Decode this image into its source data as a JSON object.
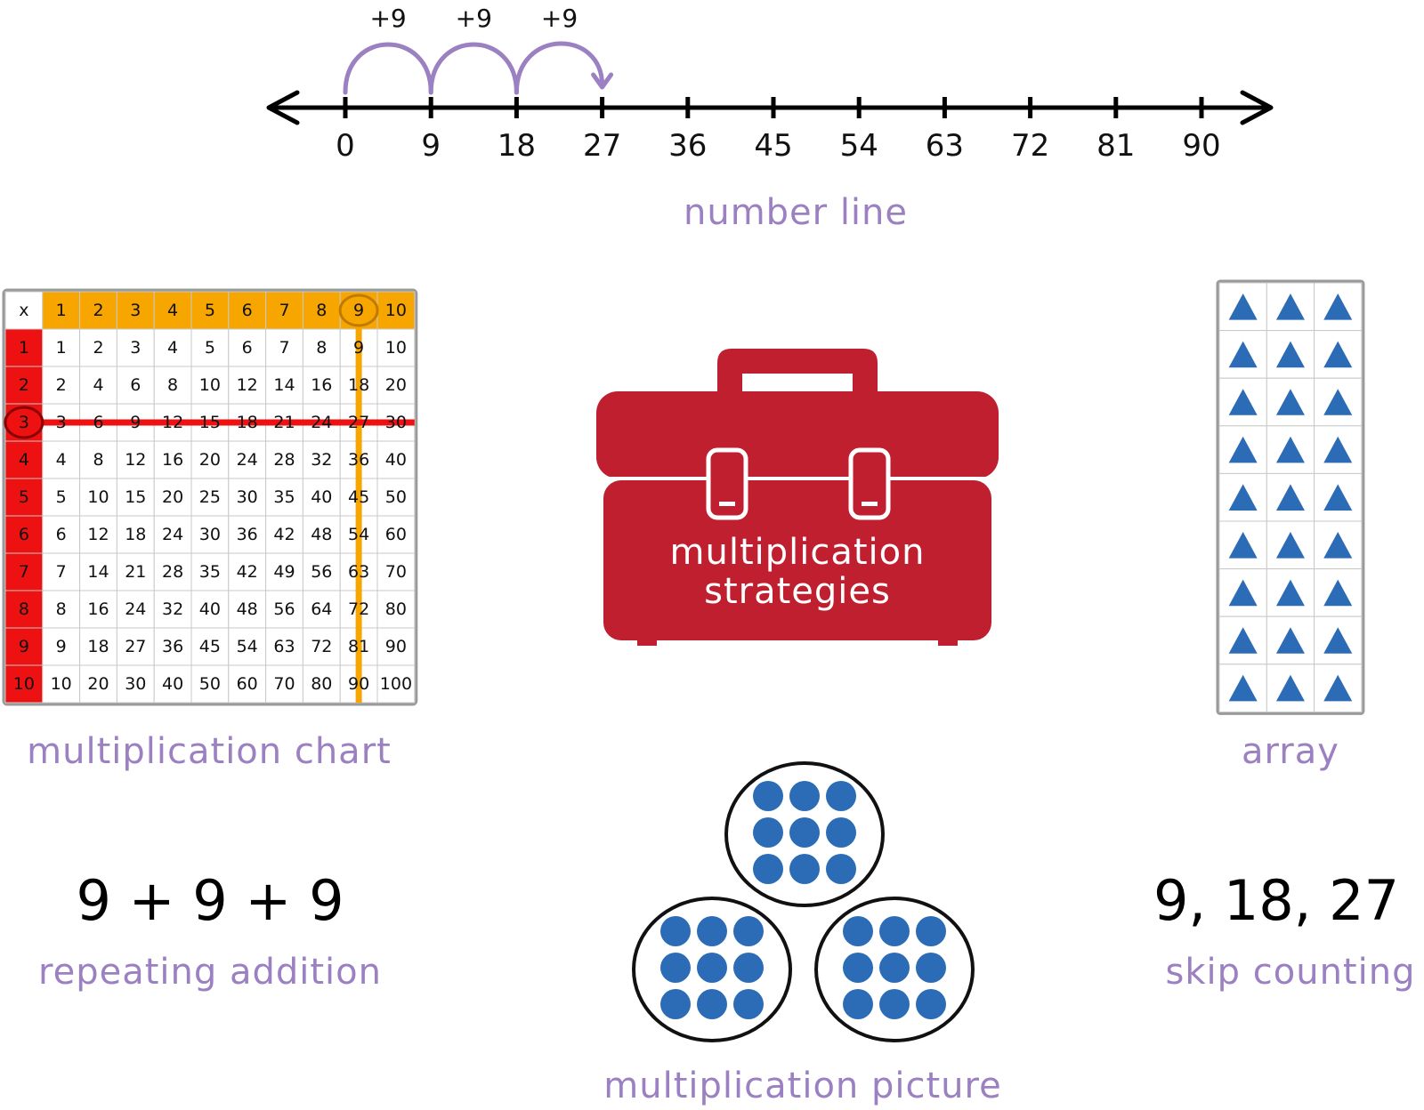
{
  "colors": {
    "purple": "#9b80c2",
    "red": "#ee1111",
    "orange": "#f7a600",
    "toolbox": "#bf1f2f",
    "blue": "#2c6bb5",
    "grid": "#c8c8c8"
  },
  "number_line": {
    "ticks": [
      "0",
      "9",
      "18",
      "27",
      "36",
      "45",
      "54",
      "63",
      "72",
      "81",
      "90"
    ],
    "jump_labels": [
      "+9",
      "+9",
      "+9"
    ],
    "caption": "number line"
  },
  "chart": {
    "corner": "x",
    "headers": [
      "1",
      "2",
      "3",
      "4",
      "5",
      "6",
      "7",
      "8",
      "9",
      "10"
    ],
    "rows": [
      [
        "1",
        "2",
        "3",
        "4",
        "5",
        "6",
        "7",
        "8",
        "9",
        "10"
      ],
      [
        "2",
        "4",
        "6",
        "8",
        "10",
        "12",
        "14",
        "16",
        "18",
        "20"
      ],
      [
        "3",
        "6",
        "9",
        "12",
        "15",
        "18",
        "21",
        "24",
        "27",
        "30"
      ],
      [
        "4",
        "8",
        "12",
        "16",
        "20",
        "24",
        "28",
        "32",
        "36",
        "40"
      ],
      [
        "5",
        "10",
        "15",
        "20",
        "25",
        "30",
        "35",
        "40",
        "45",
        "50"
      ],
      [
        "6",
        "12",
        "18",
        "24",
        "30",
        "36",
        "42",
        "48",
        "54",
        "60"
      ],
      [
        "7",
        "14",
        "21",
        "28",
        "35",
        "42",
        "49",
        "56",
        "63",
        "70"
      ],
      [
        "8",
        "16",
        "24",
        "32",
        "40",
        "48",
        "56",
        "64",
        "72",
        "80"
      ],
      [
        "9",
        "18",
        "27",
        "36",
        "45",
        "54",
        "63",
        "72",
        "81",
        "90"
      ],
      [
        "10",
        "20",
        "30",
        "40",
        "50",
        "60",
        "70",
        "80",
        "90",
        "100"
      ]
    ],
    "highlight_row": 3,
    "highlight_col": 9,
    "caption": "multiplication chart"
  },
  "toolbox": {
    "line1": "multiplication",
    "line2": "strategies"
  },
  "array": {
    "rows": 9,
    "cols": 3,
    "icon": "triangle-icon",
    "caption": "array"
  },
  "repeated_addition": {
    "expression": "9 + 9 + 9",
    "caption": "repeating addition"
  },
  "picture": {
    "groups": 3,
    "dots_per_group": 9,
    "caption": "multiplication picture"
  },
  "skip_counting": {
    "sequence": "9, 18, 27",
    "caption": "skip counting"
  }
}
